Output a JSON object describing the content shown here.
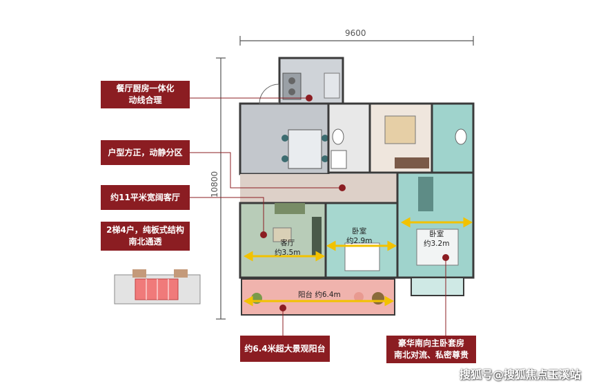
{
  "dimensions": {
    "width_label": "9600",
    "height_label": "10800"
  },
  "callouts": {
    "dining": [
      "餐厅厨房一体化",
      "动线合理"
    ],
    "layout": [
      "户型方正，动静分区"
    ],
    "living": [
      "约11平米宽阔客厅"
    ],
    "building": [
      "2梯4户，纯板式结构",
      "南北通透"
    ],
    "balcony": [
      "约6.4米超大景观阳台"
    ],
    "master": [
      "豪华南向主卧套房",
      "南北对流、私密尊贵"
    ]
  },
  "rooms": {
    "living": [
      "客厅",
      "约3.5m"
    ],
    "bedroom2": [
      "卧室",
      "约2.9m"
    ],
    "master": [
      "卧室",
      "约3.2m"
    ],
    "balcony": "阳台  约6.4m"
  },
  "watermark": "搜狐号@搜狐焦点玉溪站",
  "colors": {
    "accent": "#8b1d22",
    "dimension_arrow": "#f2c200",
    "kitchen": "#c8ccd2",
    "living": "#b8ccb8",
    "bedroom": "#9fd3cc",
    "balcony": "#f0b3ad",
    "hall": "#ddd0c8"
  }
}
